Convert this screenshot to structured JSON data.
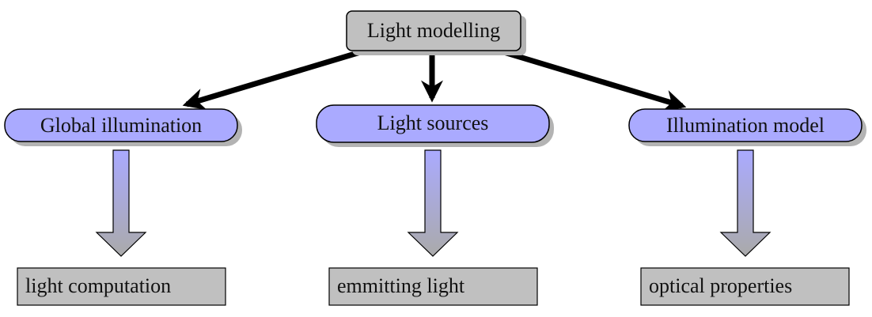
{
  "diagram": {
    "root": {
      "label": "Light modelling",
      "fill": "#c0c0c0"
    },
    "branches": [
      {
        "label": "Global illumination",
        "leaf": "light computation"
      },
      {
        "label": "Light sources",
        "leaf": "emmitting light"
      },
      {
        "label": "Illumination model",
        "leaf": "optical properties"
      }
    ],
    "colors": {
      "branch_fill": "#aaaaff",
      "leaf_fill": "#c0c0c0",
      "arrow_gradient_top": "#aaaaff",
      "arrow_gradient_bottom": "#aaaaaa",
      "edge": "#000000",
      "shadow": "#b3b3b3"
    }
  }
}
